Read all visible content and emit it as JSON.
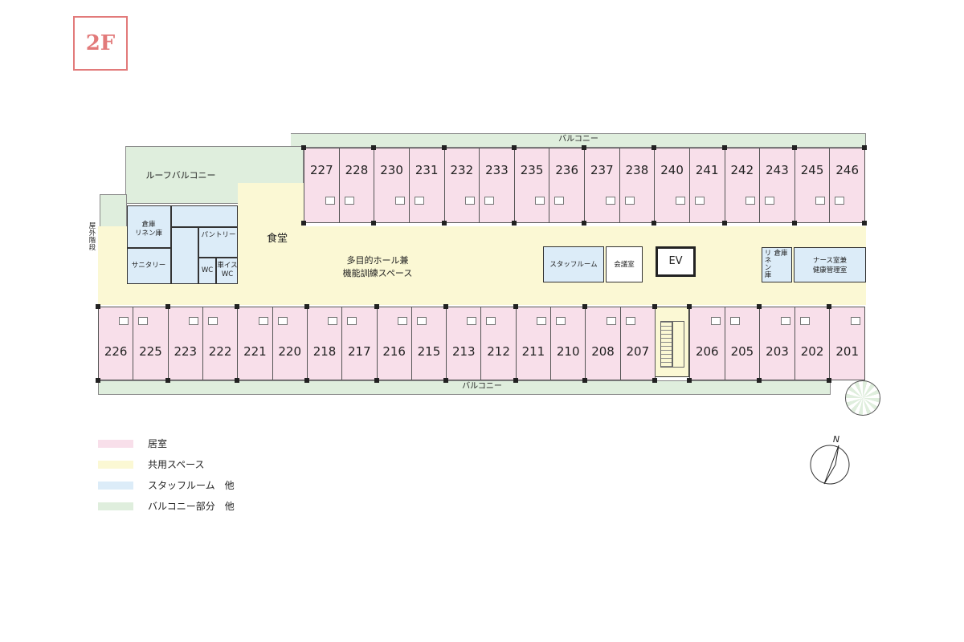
{
  "floor_label": "2F",
  "labels": {
    "balcony_top": "バルコニー",
    "balcony_bottom": "バルコニー",
    "roof_balcony": "ルーフバルコニー",
    "dining": "食堂",
    "hall_line1": "多目的ホール兼",
    "hall_line2": "機能訓練スペース",
    "staff_room": "スタッフルーム",
    "meeting_room": "会議室",
    "ev": "EV",
    "linen_right": "リネン庫",
    "storage_right": "倉庫",
    "nurse_line1": "ナース室兼",
    "nurse_line2": "健康管理室",
    "storage_left_line1": "倉庫",
    "storage_left_line2": "リネン庫",
    "pantry": "パントリー",
    "sanitary": "サニタリー",
    "wc": "WC",
    "wheelchair_wc_line1": "車イス",
    "wheelchair_wc_line2": "WC",
    "outdoor_stairs": "屋外階段"
  },
  "rooms_top": [
    "227",
    "228",
    "230",
    "231",
    "232",
    "233",
    "235",
    "236",
    "237",
    "238",
    "240",
    "241",
    "242",
    "243",
    "245",
    "246"
  ],
  "rooms_bottom": [
    "226",
    "225",
    "223",
    "222",
    "221",
    "220",
    "218",
    "217",
    "216",
    "215",
    "213",
    "212",
    "211",
    "210",
    "208",
    "207",
    "206",
    "205",
    "203",
    "202",
    "201"
  ],
  "legend": [
    {
      "label": "居室",
      "color": "#f8dfea"
    },
    {
      "label": "共用スペース",
      "color": "#fbf8d4"
    },
    {
      "label": "スタッフルーム　他",
      "color": "#dcecf8"
    },
    {
      "label": "バルコニー部分　他",
      "color": "#dfeedd"
    }
  ],
  "compass": {
    "label": "N"
  }
}
